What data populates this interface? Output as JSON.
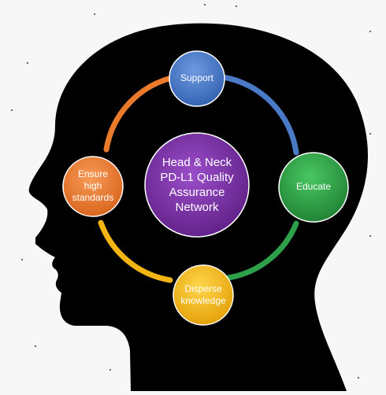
{
  "center": {
    "lines": [
      "Head & Neck",
      "PD-L1 Quality",
      "Assurance",
      "Network"
    ],
    "color": "#7b2fa6"
  },
  "nodes": {
    "top": {
      "lines": [
        "Support"
      ],
      "color": "#3f74c7"
    },
    "right": {
      "lines": [
        "Educate"
      ],
      "color": "#2e9d45"
    },
    "bottom": {
      "lines": [
        "Disperse",
        "knowledge"
      ],
      "color": "#f2b40f"
    },
    "left": {
      "lines": [
        "Ensure",
        "high",
        "standards"
      ],
      "color": "#ea7a2c"
    }
  },
  "ring_colors": {
    "top_to_right": "#4a79c6",
    "right_to_bottom": "#2ea049",
    "bottom_to_left": "#f3b514",
    "left_to_top": "#ea7a2c"
  },
  "head_color": "#000000",
  "background": "#f7f7f7"
}
